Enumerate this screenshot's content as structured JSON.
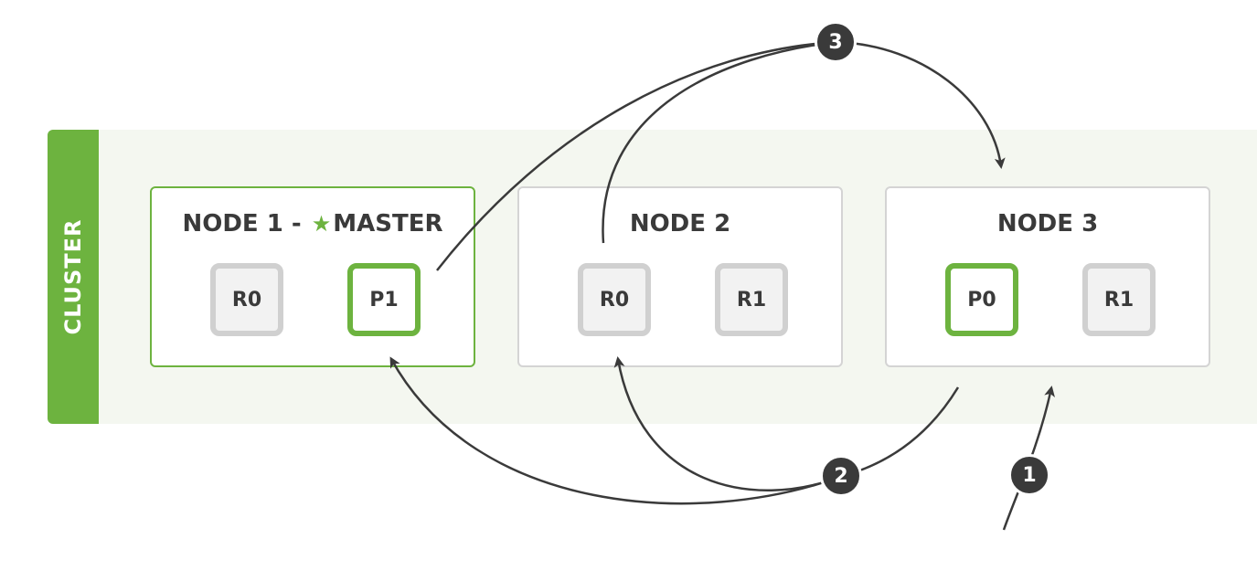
{
  "cluster": {
    "label": "CLUSTER",
    "accent_color": "#6db33f"
  },
  "nodes": [
    {
      "title": "NODE 1 - ",
      "master_label": "MASTER",
      "master_icon": "star-icon",
      "shards": [
        {
          "label": "R0",
          "kind": "replica"
        },
        {
          "label": "P1",
          "kind": "primary"
        }
      ]
    },
    {
      "title": "NODE 2",
      "shards": [
        {
          "label": "R0",
          "kind": "replica"
        },
        {
          "label": "R1",
          "kind": "replica"
        }
      ]
    },
    {
      "title": "NODE 3",
      "shards": [
        {
          "label": "P0",
          "kind": "primary"
        },
        {
          "label": "R1",
          "kind": "replica"
        }
      ]
    }
  ],
  "steps": [
    "1",
    "2",
    "3"
  ]
}
